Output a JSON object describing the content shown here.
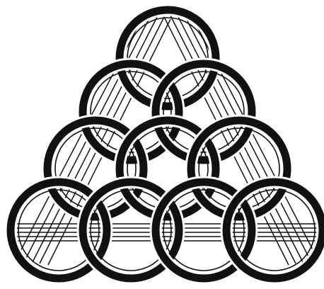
{
  "figure": {
    "subject": "triangle-of-interlocking-rings",
    "rows": [
      1,
      2,
      3,
      4
    ],
    "ring_count": 10,
    "ink_color": "#111111",
    "paper_color": "#ffffff"
  }
}
